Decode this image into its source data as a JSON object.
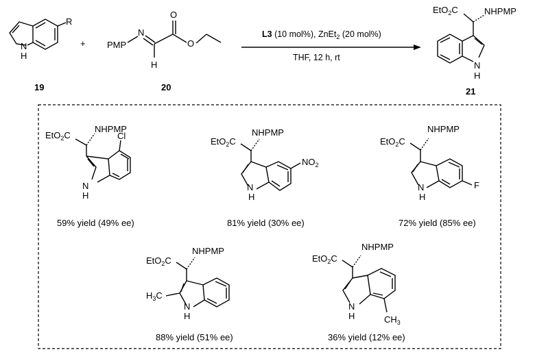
{
  "reaction": {
    "reactant1": {
      "substituent": "R",
      "nh": "N",
      "h": "H",
      "number": "19"
    },
    "plus": "+",
    "reactant2": {
      "pmp": "PMP",
      "n": "N",
      "o1": "O",
      "o2": "O",
      "h": "H",
      "number": "20"
    },
    "conditions": {
      "line1_bold": "L3",
      "line1_rest_a": " (10 mol%), ZnEt",
      "line1_sub": "2",
      "line1_rest_b": " (20 mol%)",
      "line2": "THF,  12 h, rt"
    },
    "product": {
      "ester": "EtO",
      "ester_sub": "2",
      "ester_c": "C",
      "amine": "NHPMP",
      "nh": "N",
      "h": "H",
      "number": "21"
    }
  },
  "examples": [
    {
      "id": "4-Cl",
      "ester": "EtO",
      "ester_sub": "2",
      "ester_c": "C",
      "amine": "NHPMP",
      "nh": "N",
      "h": "H",
      "substituent": "Cl",
      "result": "59% yield (49% ee)"
    },
    {
      "id": "5-NO2",
      "ester": "EtO",
      "ester_sub": "2",
      "ester_c": "C",
      "amine": "NHPMP",
      "nh": "N",
      "h": "H",
      "substituent": "NO",
      "substituent_sub": "2",
      "result": "81% yield (30% ee)"
    },
    {
      "id": "6-F",
      "ester": "EtO",
      "ester_sub": "2",
      "ester_c": "C",
      "amine": "NHPMP",
      "nh": "N",
      "h": "H",
      "substituent": "F",
      "result": "72% yield (85% ee)"
    },
    {
      "id": "2-Me",
      "ester": "EtO",
      "ester_sub": "2",
      "ester_c": "C",
      "amine": "NHPMP",
      "nh": "N",
      "h": "H",
      "substituent": "H",
      "substituent_sub": "3",
      "substituent_c": "C",
      "result": "88% yield (51% ee)"
    },
    {
      "id": "7-Me",
      "ester": "EtO",
      "ester_sub": "2",
      "ester_c": "C",
      "amine": "NHPMP",
      "nh": "N",
      "h": "H",
      "substituent": "CH",
      "substituent_sub": "3",
      "result": "36% yield (12% ee)"
    }
  ],
  "colors": {
    "ink": "#000000",
    "background": "#ffffff"
  }
}
